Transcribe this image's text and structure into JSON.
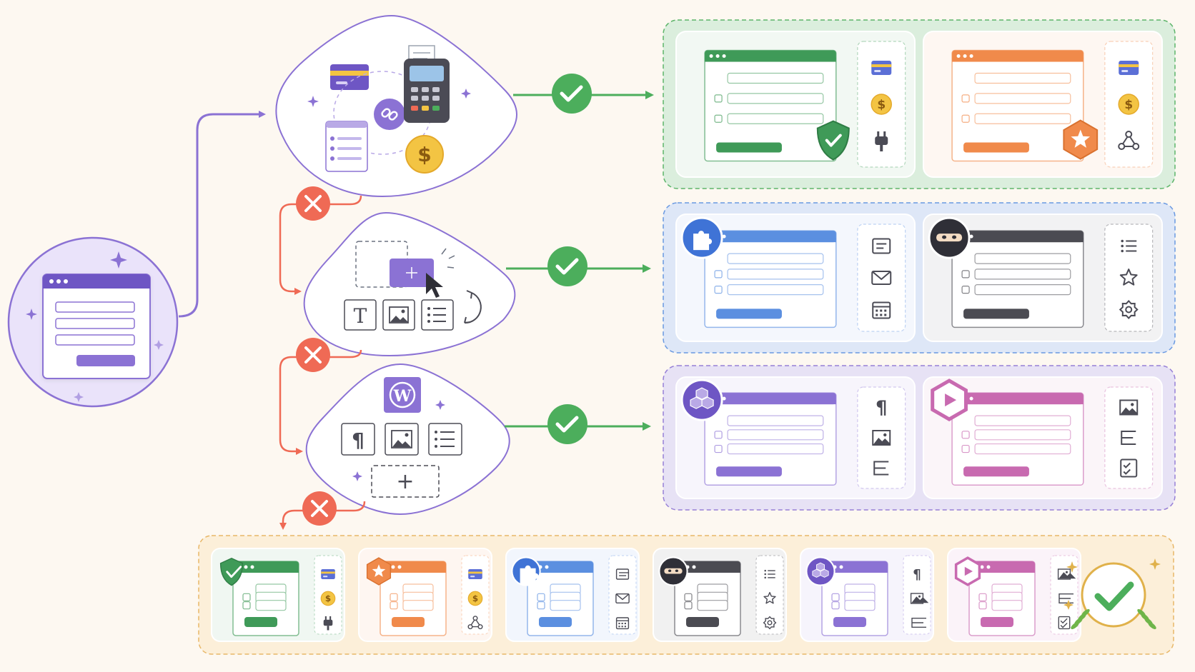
{
  "colors": {
    "background": "#fdf8f1",
    "purple": "#8b72d4",
    "purple_dark": "#6e56c4",
    "green": "#4cae5c",
    "red": "#ef6a55",
    "blue": "#5b8fe0",
    "orange": "#f08a4b",
    "pink": "#c86ab0",
    "dark": "#3f3f46",
    "gold": "#f3c443"
  },
  "start": {
    "icon": "form-window-icon"
  },
  "stages": [
    {
      "id": "payments",
      "icons": [
        "credit-card-icon",
        "link-icon",
        "payment-terminal-icon",
        "form-list-icon",
        "dollar-coin-icon"
      ]
    },
    {
      "id": "builder",
      "icons": [
        "drag-drop-icon",
        "cursor-icon",
        "text-block-icon",
        "image-block-icon",
        "list-block-icon",
        "rotate-icon"
      ],
      "text_block_glyph": "T"
    },
    {
      "id": "wordpress",
      "icons": [
        "wordpress-logo-icon",
        "paragraph-block-icon",
        "image-block-icon",
        "list-block-icon",
        "add-block-icon"
      ],
      "paragraph_glyph": "¶",
      "add_glyph": "+"
    }
  ],
  "groups": [
    {
      "id": "green-group",
      "color": "#4cae5c",
      "cards": [
        {
          "accent": "#3f9a58",
          "badge": "shield-check-icon",
          "side_icons": [
            "credit-card-icon",
            "dollar-coin-icon",
            "plug-icon"
          ]
        },
        {
          "accent": "#f08a4b",
          "badge": "star-hexagon-icon",
          "side_icons": [
            "credit-card-icon",
            "dollar-coin-icon",
            "webhook-icon"
          ]
        }
      ]
    },
    {
      "id": "blue-group",
      "color": "#5b8fe0",
      "cards": [
        {
          "accent": "#5b8fe0",
          "badge": "puzzle-icon",
          "side_icons": [
            "form-icon",
            "mail-icon",
            "calendar-icon"
          ]
        },
        {
          "accent": "#4b4b52",
          "badge": "ninja-icon",
          "side_icons": [
            "list-icon",
            "star-icon",
            "gear-icon"
          ]
        }
      ]
    },
    {
      "id": "purple-group",
      "color": "#8b72d4",
      "cards": [
        {
          "accent": "#8b72d4",
          "badge": "cubes-icon",
          "side_icons": [
            "paragraph-icon",
            "image-icon",
            "align-icon"
          ]
        },
        {
          "accent": "#c86ab0",
          "badge": "play-hexagon-icon",
          "side_icons": [
            "image-icon",
            "align-icon",
            "checklist-icon"
          ]
        }
      ]
    }
  ],
  "summary": {
    "cards": [
      "shield-check-icon",
      "star-hexagon-icon",
      "puzzle-icon",
      "ninja-icon",
      "cubes-icon",
      "play-hexagon-icon"
    ],
    "final": "success-check-icon"
  },
  "glyphs": {
    "paragraph": "¶",
    "dollar": "$",
    "text": "T",
    "plus": "+"
  }
}
